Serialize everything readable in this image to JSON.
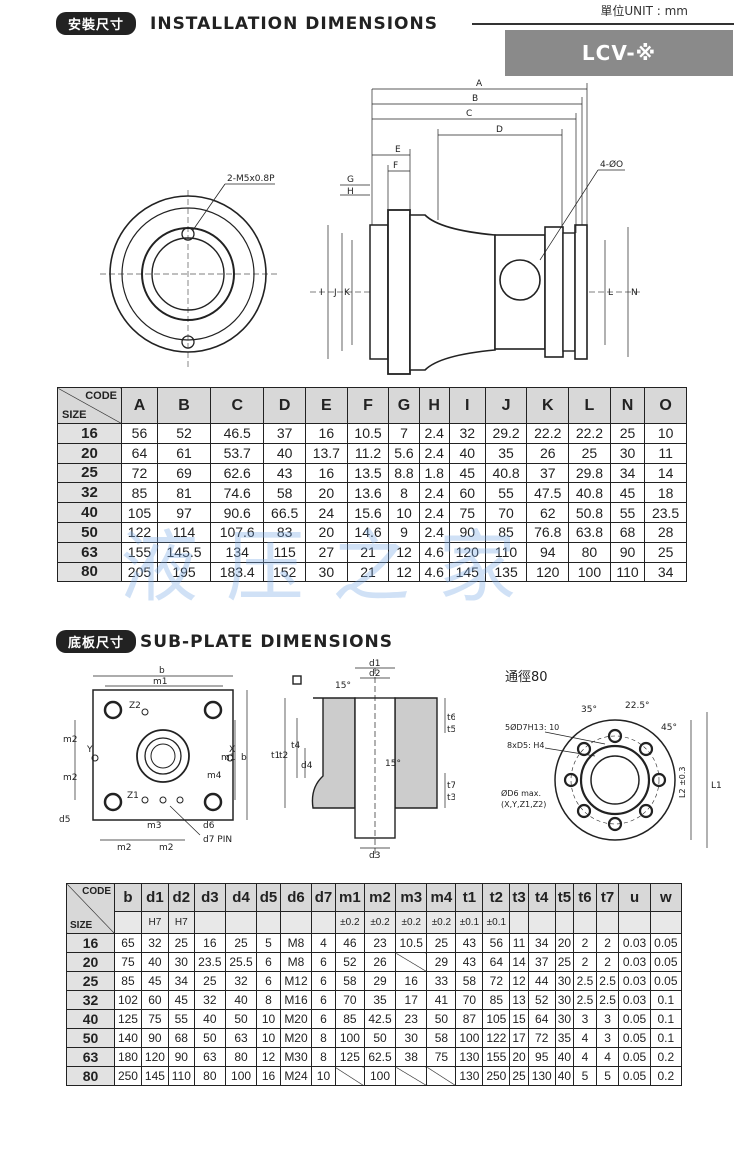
{
  "unit_label": "單位UNIT : mm",
  "section1": {
    "badge": "安裝尺寸",
    "title": "INSTALLATION DIMENSIONS"
  },
  "model": "LCV-※",
  "drawing1": {
    "callout_holes": "2-M5x0.8P",
    "callout_o": "4-ØO",
    "letters": [
      "A",
      "B",
      "C",
      "D",
      "E",
      "F",
      "G",
      "H",
      "I",
      "J",
      "K",
      "L",
      "N"
    ]
  },
  "table1": {
    "corner_code": "CODE",
    "corner_size": "SIZE",
    "headers": [
      "A",
      "B",
      "C",
      "D",
      "E",
      "F",
      "G",
      "H",
      "I",
      "J",
      "K",
      "L",
      "N",
      "O"
    ],
    "rows": [
      {
        "size": "16",
        "values": [
          "56",
          "52",
          "46.5",
          "37",
          "16",
          "10.5",
          "7",
          "2.4",
          "32",
          "29.2",
          "22.2",
          "22.2",
          "25",
          "10"
        ]
      },
      {
        "size": "20",
        "values": [
          "64",
          "61",
          "53.7",
          "40",
          "13.7",
          "11.2",
          "5.6",
          "2.4",
          "40",
          "35",
          "26",
          "25",
          "30",
          "11"
        ]
      },
      {
        "size": "25",
        "values": [
          "72",
          "69",
          "62.6",
          "43",
          "16",
          "13.5",
          "8.8",
          "1.8",
          "45",
          "40.8",
          "37",
          "29.8",
          "34",
          "14"
        ]
      },
      {
        "size": "32",
        "values": [
          "85",
          "81",
          "74.6",
          "58",
          "20",
          "13.6",
          "8",
          "2.4",
          "60",
          "55",
          "47.5",
          "40.8",
          "45",
          "18"
        ]
      },
      {
        "size": "40",
        "values": [
          "105",
          "97",
          "90.6",
          "66.5",
          "24",
          "15.6",
          "10",
          "2.4",
          "75",
          "70",
          "62",
          "50.8",
          "55",
          "23.5"
        ]
      },
      {
        "size": "50",
        "values": [
          "122",
          "114",
          "107.6",
          "83",
          "20",
          "14.6",
          "9",
          "2.4",
          "90",
          "85",
          "76.8",
          "63.8",
          "68",
          "28"
        ]
      },
      {
        "size": "63",
        "values": [
          "155",
          "145.5",
          "134",
          "115",
          "27",
          "21",
          "12",
          "4.6",
          "120",
          "110",
          "94",
          "80",
          "90",
          "25"
        ]
      },
      {
        "size": "80",
        "values": [
          "205",
          "195",
          "183.4",
          "152",
          "30",
          "21",
          "12",
          "4.6",
          "145",
          "135",
          "120",
          "100",
          "110",
          "34"
        ]
      }
    ]
  },
  "watermark": "液压之家",
  "section2": {
    "badge": "底板尺寸",
    "title": "SUB-PLATE DIMENSIONS"
  },
  "drawing2": {
    "left_labels": [
      "b",
      "m1",
      "Z2",
      "m2",
      "m2",
      "Y",
      "X",
      "m1",
      "b",
      "m4",
      "Z1",
      "d5",
      "m3",
      "d6",
      "m2",
      "m2",
      "d7 PIN"
    ],
    "mid_labels": [
      "d1",
      "d2",
      "15°",
      "t6",
      "t5",
      "t1",
      "t2",
      "t4",
      "d4",
      "15°",
      "t7",
      "t3",
      "d3"
    ],
    "right_title": "通徑80",
    "right_labels": [
      "35°",
      "22.5°",
      "45°",
      "5ØD7H13: 10",
      "8xD5: H4",
      "ØD6 max.",
      "(X,Y,Z1,Z2)",
      "L2 ±0.3",
      "L1"
    ]
  },
  "table2": {
    "corner_code": "CODE",
    "corner_size": "SIZE",
    "headers": [
      "b",
      "d1",
      "d2",
      "d3",
      "d4",
      "d5",
      "d6",
      "d7",
      "m1",
      "m2",
      "m3",
      "m4",
      "t1",
      "t2",
      "t3",
      "t4",
      "t5",
      "t6",
      "t7",
      "u",
      "w"
    ],
    "tolerances": [
      "",
      "H7",
      "H7",
      "",
      "",
      "",
      "",
      "",
      "±0.2",
      "±0.2",
      "±0.2",
      "±0.2",
      "±0.1",
      "±0.1",
      "",
      "",
      "",
      "",
      "",
      "",
      ""
    ],
    "rows": [
      {
        "size": "16",
        "values": [
          "65",
          "32",
          "25",
          "16",
          "25",
          "5",
          "M8",
          "4",
          "46",
          "23",
          "10.5",
          "25",
          "43",
          "56",
          "11",
          "34",
          "20",
          "2",
          "2",
          "0.03",
          "0.05"
        ]
      },
      {
        "size": "20",
        "values": [
          "75",
          "40",
          "30",
          "23.5",
          "25.5",
          "6",
          "M8",
          "6",
          "52",
          "26",
          "/",
          "29",
          "43",
          "64",
          "14",
          "37",
          "25",
          "2",
          "2",
          "0.03",
          "0.05"
        ]
      },
      {
        "size": "25",
        "values": [
          "85",
          "45",
          "34",
          "25",
          "32",
          "6",
          "M12",
          "6",
          "58",
          "29",
          "16",
          "33",
          "58",
          "72",
          "12",
          "44",
          "30",
          "2.5",
          "2.5",
          "0.03",
          "0.05"
        ]
      },
      {
        "size": "32",
        "values": [
          "102",
          "60",
          "45",
          "32",
          "40",
          "8",
          "M16",
          "6",
          "70",
          "35",
          "17",
          "41",
          "70",
          "85",
          "13",
          "52",
          "30",
          "2.5",
          "2.5",
          "0.03",
          "0.1"
        ]
      },
      {
        "size": "40",
        "values": [
          "125",
          "75",
          "55",
          "40",
          "50",
          "10",
          "M20",
          "6",
          "85",
          "42.5",
          "23",
          "50",
          "87",
          "105",
          "15",
          "64",
          "30",
          "3",
          "3",
          "0.05",
          "0.1"
        ]
      },
      {
        "size": "50",
        "values": [
          "140",
          "90",
          "68",
          "50",
          "63",
          "10",
          "M20",
          "8",
          "100",
          "50",
          "30",
          "58",
          "100",
          "122",
          "17",
          "72",
          "35",
          "4",
          "3",
          "0.05",
          "0.1"
        ]
      },
      {
        "size": "63",
        "values": [
          "180",
          "120",
          "90",
          "63",
          "80",
          "12",
          "M30",
          "8",
          "125",
          "62.5",
          "38",
          "75",
          "130",
          "155",
          "20",
          "95",
          "40",
          "4",
          "4",
          "0.05",
          "0.2"
        ]
      },
      {
        "size": "80",
        "values": [
          "250",
          "145",
          "110",
          "80",
          "100",
          "16",
          "M24",
          "10",
          "/",
          "100",
          "/",
          "/",
          "130",
          "250",
          "25",
          "130",
          "40",
          "5",
          "5",
          "0.05",
          "0.2"
        ]
      }
    ]
  }
}
